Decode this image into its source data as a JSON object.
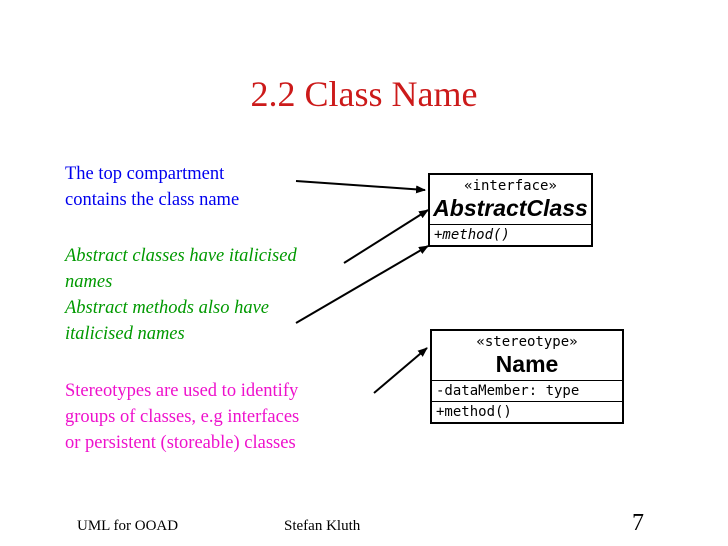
{
  "slide": {
    "title": "2.2 Class Name",
    "text_blue": [
      "The top compartment",
      "contains the class name"
    ],
    "text_green": [
      "Abstract classes have italicised",
      "names",
      "Abstract methods also have",
      "italicised names"
    ],
    "text_magenta": [
      "Stereotypes are used to identify",
      "groups of classes, e.g interfaces",
      "or persistent (storeable) classes"
    ]
  },
  "abstract_class": {
    "stereotype": "«interface»",
    "name": "AbstractClass",
    "method": "+method()"
  },
  "stereotype_class": {
    "stereotype": "«stereotype»",
    "name": "Name",
    "attribute": "-dataMember: type",
    "method": "+method()"
  },
  "footer": {
    "course": "UML for OOAD",
    "author": "Stefan Kluth",
    "page": "7"
  },
  "colors": {
    "title": "#cc1a1a",
    "blue_text": "#0000ee",
    "green_text": "#009900",
    "magenta_text": "#ee11cc"
  }
}
